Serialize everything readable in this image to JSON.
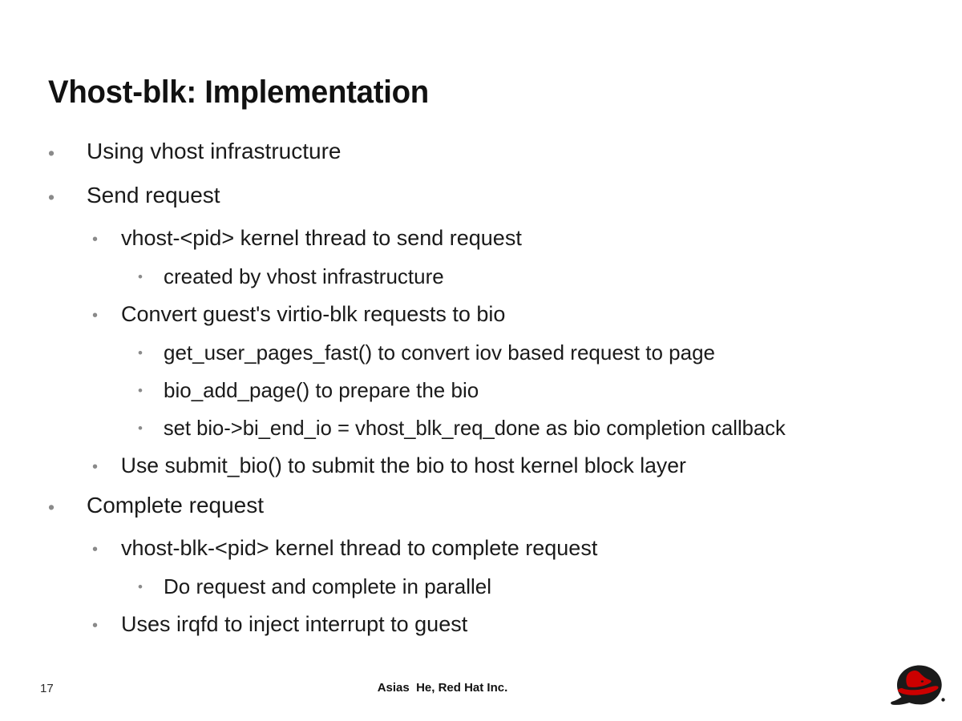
{
  "slide": {
    "title": "Vhost-blk: Implementation",
    "background_color": "#ffffff",
    "text_color": "#1a1a1a",
    "bullet_color": "#8a8a8a"
  },
  "bullets": [
    {
      "level": 1,
      "marker": "•",
      "text": "Using vhost infrastructure"
    },
    {
      "level": 1,
      "marker": "•",
      "text": "Send request"
    },
    {
      "level": 2,
      "marker": "•",
      "text": "vhost-<pid> kernel thread to send request"
    },
    {
      "level": 3,
      "marker": "•",
      "text": "created by vhost infrastructure"
    },
    {
      "level": 2,
      "marker": "•",
      "text": "Convert guest's virtio-blk requests to bio"
    },
    {
      "level": 3,
      "marker": "•",
      "text": "get_user_pages_fast() to convert iov based request to page"
    },
    {
      "level": 3,
      "marker": "•",
      "text": "bio_add_page() to prepare the bio"
    },
    {
      "level": 3,
      "marker": "•",
      "text": "set bio->bi_end_io = vhost_blk_req_done as bio completion callback"
    },
    {
      "level": 2,
      "marker": "•",
      "text": "Use submit_bio() to submit the bio to host kernel block layer"
    },
    {
      "level": 1,
      "marker": "•",
      "text": "Complete request"
    },
    {
      "level": 2,
      "marker": "•",
      "text": "vhost-blk-<pid> kernel thread to complete request"
    },
    {
      "level": 3,
      "marker": "•",
      "text": "Do request and complete in parallel"
    },
    {
      "level": 2,
      "marker": "•",
      "text": "Uses irqfd to inject interrupt to guest"
    }
  ],
  "footer": {
    "page_number": "17",
    "credit": "Asias  He, Red Hat Inc.",
    "logo_name": "red-hat-shadowman-logo",
    "logo_red": "#CC0000",
    "logo_black": "#1A1A1A"
  }
}
